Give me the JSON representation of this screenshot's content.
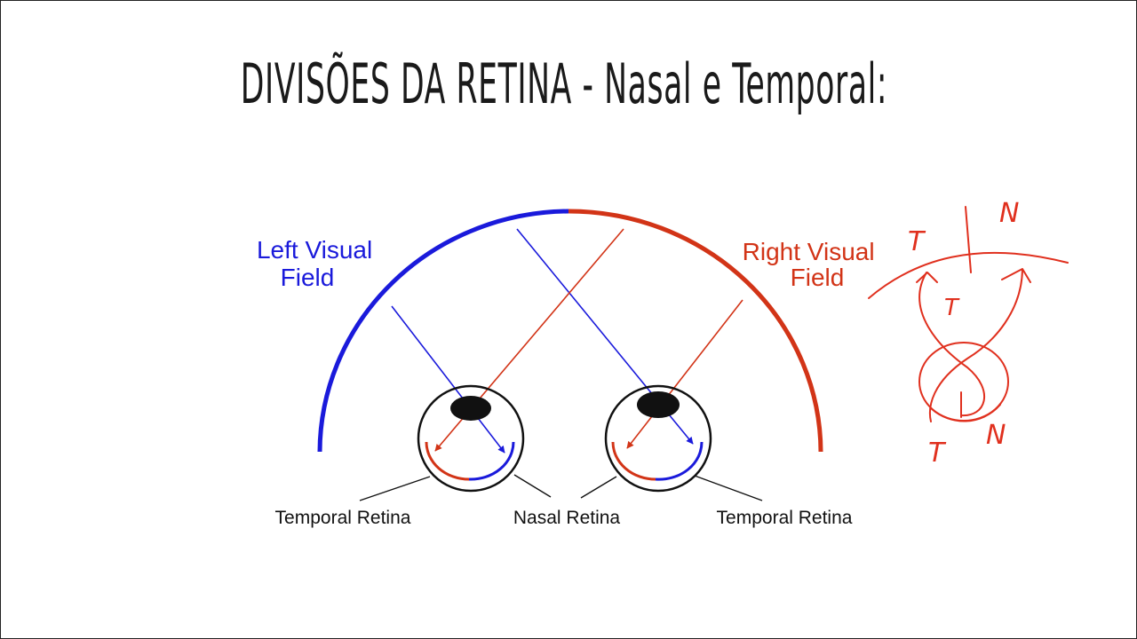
{
  "slide": {
    "title": "DIVISÕES DA RETINA - Nasal e Temporal:"
  },
  "diagram": {
    "left_field_label": [
      "Left Visual",
      "Field"
    ],
    "right_field_label": [
      "Right Visual",
      "Field"
    ],
    "retina_labels": {
      "left": "Temporal Retina",
      "center": "Nasal Retina",
      "right": "Temporal Retina"
    },
    "colors": {
      "left_field": "#1a1adb",
      "right_field": "#d23417",
      "ink": "#111111",
      "annotation": "#e0301e"
    }
  },
  "annotation": {
    "letters": [
      "T",
      "N",
      "T",
      "T",
      "N"
    ]
  }
}
